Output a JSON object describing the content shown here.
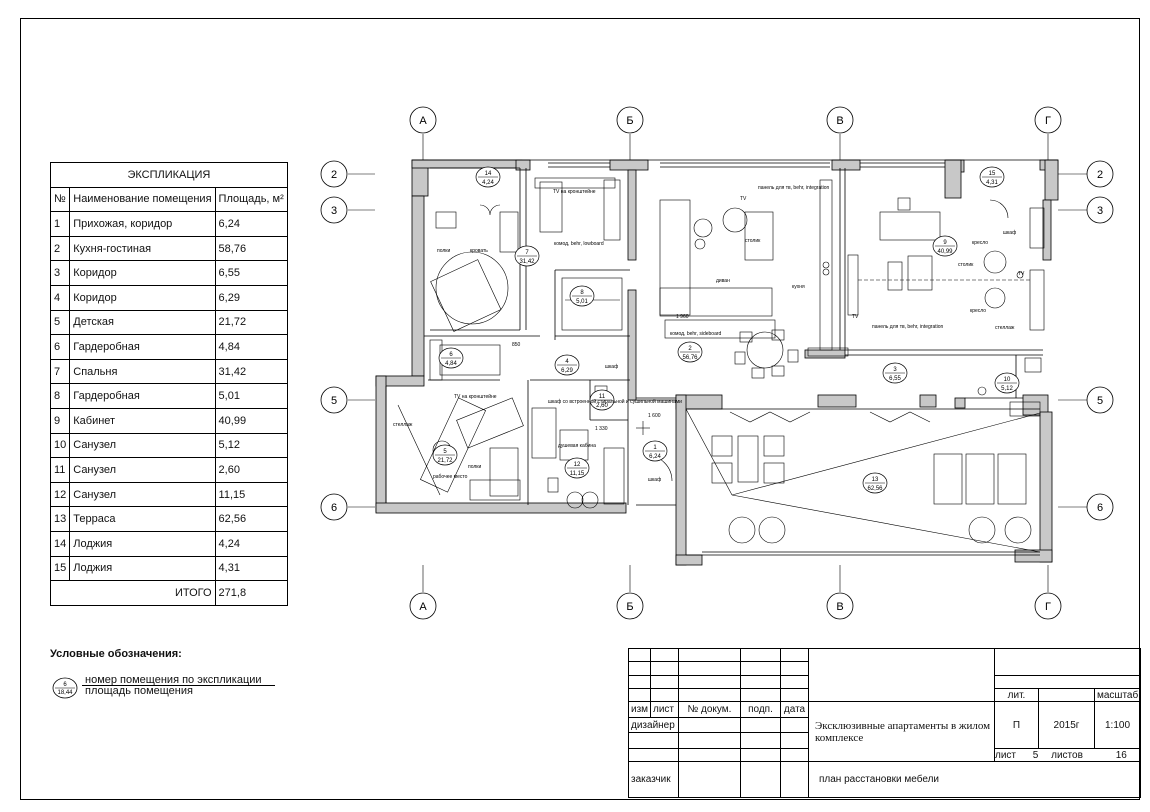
{
  "explication": {
    "title": "ЭКСПЛИКАЦИЯ",
    "headers": [
      "№",
      "Наименование помещения",
      "Площадь, м²"
    ],
    "rows": [
      {
        "num": "1",
        "name": "Прихожая, коридор",
        "area": "6,24"
      },
      {
        "num": "2",
        "name": "Кухня-гостиная",
        "area": "58,76"
      },
      {
        "num": "3",
        "name": "Коридор",
        "area": "6,55"
      },
      {
        "num": "4",
        "name": "Коридор",
        "area": "6,29"
      },
      {
        "num": "5",
        "name": "Детская",
        "area": "21,72"
      },
      {
        "num": "6",
        "name": "Гардеробная",
        "area": "4,84"
      },
      {
        "num": "7",
        "name": "Спальня",
        "area": "31,42"
      },
      {
        "num": "8",
        "name": "Гардеробная",
        "area": "5,01"
      },
      {
        "num": "9",
        "name": "Кабинет",
        "area": "40,99"
      },
      {
        "num": "10",
        "name": "Санузел",
        "area": "5,12"
      },
      {
        "num": "11",
        "name": "Санузел",
        "area": "2,60"
      },
      {
        "num": "12",
        "name": "Санузел",
        "area": "11,15"
      },
      {
        "num": "13",
        "name": "Терраса",
        "area": "62,56"
      },
      {
        "num": "14",
        "name": "Лоджия",
        "area": "4,24"
      },
      {
        "num": "15",
        "name": "Лоджия",
        "area": "4,31"
      }
    ],
    "total_label": "ИТОГО",
    "total_value": "271,8"
  },
  "legend": {
    "title": "Условные обозначения:",
    "sample_num": "6",
    "sample_area": "18,44",
    "line1": "номер помещения по экспликации",
    "line2": "площадь помещения"
  },
  "axes": {
    "letters": [
      "А",
      "Б",
      "В",
      "Г"
    ],
    "numbers": [
      "2",
      "3",
      "5",
      "6"
    ]
  },
  "rooms": [
    {
      "num": "1",
      "area": "6,24"
    },
    {
      "num": "2",
      "area": "56,76"
    },
    {
      "num": "3",
      "area": "6,55"
    },
    {
      "num": "4",
      "area": "6,29"
    },
    {
      "num": "5",
      "area": "21,72"
    },
    {
      "num": "6",
      "area": "4,84"
    },
    {
      "num": "7",
      "area": "31,42"
    },
    {
      "num": "8",
      "area": "5,01"
    },
    {
      "num": "9",
      "area": "40,99"
    },
    {
      "num": "10",
      "area": "5,12"
    },
    {
      "num": "11",
      "area": "2,60"
    },
    {
      "num": "12",
      "area": "11,15"
    },
    {
      "num": "13",
      "area": "62,56"
    },
    {
      "num": "14",
      "area": "4,24"
    },
    {
      "num": "15",
      "area": "4,31"
    }
  ],
  "plan_labels": {
    "tv_bracket_top": "TV на кронштейне",
    "komod_top": "комод, behr, lowboard",
    "tv_top": "TV",
    "panel_top": "панель для тв, behr, integration",
    "stolik": "столик",
    "divan": "диван",
    "dim_1960": "1 960",
    "komod_mid": "комод, behr, sideboard",
    "polki_top": "полки",
    "krovat": "кровать",
    "kukhnya": "кухня",
    "tv_kabinet": "TV",
    "panel_kabinet": "панель для тв, behr, integration",
    "kreslo_1": "кресло",
    "stoliki": "столик",
    "kreslo_2": "кресло",
    "stellazh_k": "стеллаж",
    "shkaf_top": "шкаф",
    "shkaf_mid": "шкаф",
    "tv_bracket_mid": "TV на кронштейне",
    "stellazh_left": "стеллаж",
    "shkaf_washer": "шкаф со встроенной стиральной и сушильной машинами",
    "dushevaya": "душевая кабина",
    "polki_bottom": "полки",
    "rabochee": "рабочее место",
    "shkaf_entry": "шкаф",
    "dim_1600": "1 600",
    "dim_850": "850",
    "dim_1330": "1 330",
    "tv_sign": "TV"
  },
  "title_block": {
    "col_headers": [
      "изм",
      "лист",
      "№ докум.",
      "подп.",
      "дата"
    ],
    "designer": "дизайнер",
    "customer": "заказчик",
    "project": "Эксклюзивные апартаменты в жилом комплексе",
    "sheet_title": "план расстановки мебели",
    "lit_label": "лит.",
    "scale_label": "масштаб",
    "lit_value": "П",
    "year": "2015г",
    "scale_value": "1:100",
    "sheet_label": "лист",
    "sheet_value": "5",
    "sheets_label": "листов",
    "sheets_value": "16"
  }
}
